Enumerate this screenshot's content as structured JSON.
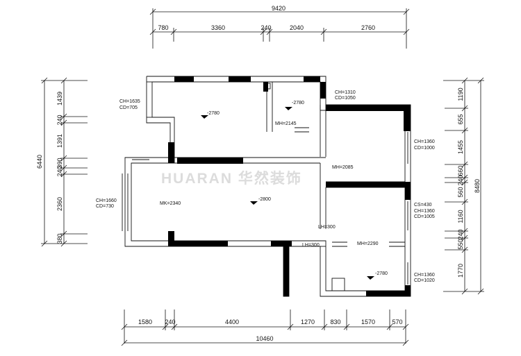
{
  "watermark": "HUARAN 华然装饰",
  "dimensions": {
    "top_total": "9420",
    "top_segments": [
      "780",
      "3360",
      "240",
      "2040",
      "2760"
    ],
    "bottom_segments": [
      "1580",
      "240",
      "4400",
      "1270",
      "830",
      "1570",
      "570"
    ],
    "bottom_total": "10460",
    "left_total": "6440",
    "left_segments": [
      "1439",
      "240",
      "1391",
      "390",
      "240",
      "2360",
      "380"
    ],
    "right_total": "8480",
    "right_segments": [
      "1190",
      "655",
      "1455",
      "660",
      "240",
      "560",
      "1160",
      "240",
      "550",
      "1770"
    ]
  },
  "labels": {
    "ch1635": "CH=1635",
    "cd705": "CD=705",
    "lvl_a": "-2780",
    "lvl_b": "-2780",
    "mh2145": "MH=2145",
    "ch1310": "CH=1310",
    "cd1050": "CD=1050",
    "ch1360a": "CH=1360",
    "cd1000": "CD=1000",
    "mh2085": "MH=2085",
    "ch1660": "CH=1660",
    "cd730": "CD=730",
    "mk2340": "MK=2340",
    "lvl_main": "-2800",
    "cs430": "CS=430",
    "ch1360b": "CH=1360",
    "cd1005": "CD=1005",
    "lh300a": "LH=300",
    "lh300b": "LH=300",
    "mh2290": "MH=2290",
    "lvl_c": "-2780",
    "ch1360c": "CH=1360",
    "cd1020": "CD=1020"
  }
}
